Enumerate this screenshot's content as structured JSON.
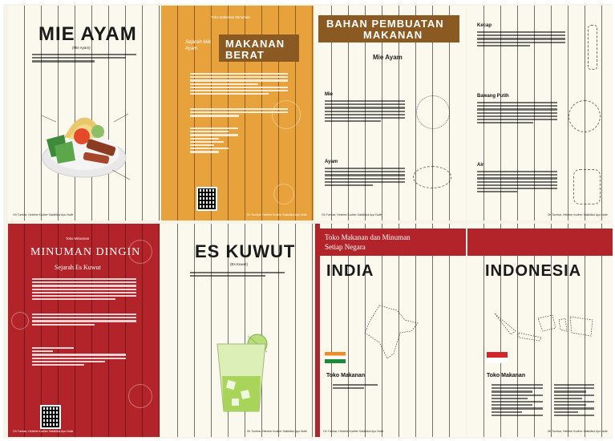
{
  "pages": {
    "mie_ayam": {
      "title": "MIE AYAM",
      "subtitle": "(Mie Ayam)",
      "footer": "Oh Tumbar, Hebebe Kudher Sakkilikul Apo Nulle"
    },
    "sejarah": {
      "header_small": "Toko Makanan Minuman",
      "script_left": "Sejarah Mie Ayam",
      "title_line1": "MAKANAN",
      "title_line2": "BERAT",
      "footer": "Oh Tumbar, Hebebe Kudher Sakkilikul Apo Nulle"
    },
    "bahan": {
      "title_line1": "BAHAN PEMBUATAN",
      "title_line2": "MAKANAN",
      "subtitle": "Mie Ayam",
      "sec1": "Mie",
      "sec2": "Ayam",
      "footer": "Oh Tumbar, Hebebe Kudher Sakkilikul Apo Nulle"
    },
    "bahan2": {
      "sec1": "Kecap",
      "sec2": "Bawang Putih",
      "sec3": "Air",
      "footer": "Oh Tumbar, Hebebe Kudher Sakkilikul Apo Nulle"
    },
    "minuman": {
      "header_small": "Toko Minuman",
      "title": "MINUMAN DINGIN",
      "subtitle": "Sejarah Es Kuwut",
      "footer": "Oh Tumbar, Hebebe Kudher Sakkilikul Apo Nulle"
    },
    "es_kuwut": {
      "title": "ES KUWUT",
      "subtitle": "(Es Kuwut)",
      "footer": "Oh Tumbar, Hebebe Kudher Sakkilikul Apo Nulle"
    },
    "india": {
      "banner_line1": "Toko Makanan dan Minuman",
      "banner_line2": "Setiap Negara",
      "country": "INDIA",
      "section": "Toko Makanan",
      "footer": "Oh Tumbar, Hebebe Kudher Sakkilikul Apo Nulle"
    },
    "indonesia": {
      "country": "INDONESIA",
      "section": "Toko Makanan",
      "footer": "Oh Tumbar, Hebebe Kudher Sakkilikul Apo Nulle"
    }
  },
  "colors": {
    "orange": "#e8a23c",
    "red": "#b3242a",
    "brown_banner": "#8a5a22",
    "cream": "#fbf8ee"
  }
}
